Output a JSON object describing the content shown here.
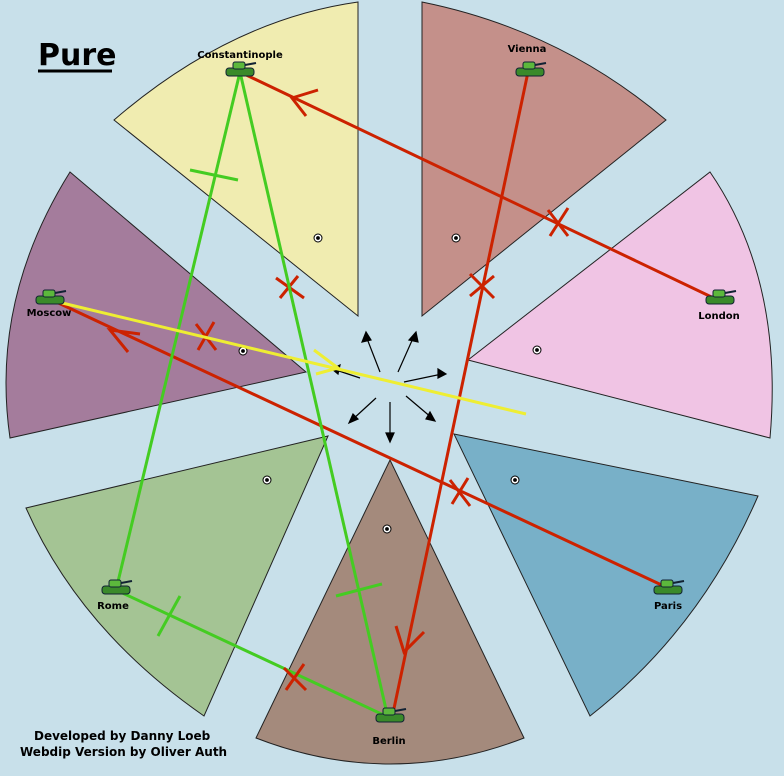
{
  "map": {
    "title": "Pure",
    "credits": [
      "Developed by Danny Loeb",
      "Webdip Version by Oliver Auth"
    ],
    "colors": {
      "background": "#c8e0ea",
      "Constantinople": "#f0ecb0",
      "Vienna": "#c4908a",
      "London": "#f0c4e4",
      "Paris": "#78b0c8",
      "Berlin": "#a48a7c",
      "Rome": "#a4c494",
      "Moscow": "#a47c9c",
      "order_failed": "#cc2200",
      "order_support": "#44cc22",
      "order_retreat": "#eeee33"
    },
    "territories": [
      {
        "name": "Constantinople",
        "unit": "army-tank-icon",
        "supply_center": true
      },
      {
        "name": "Vienna",
        "unit": "army-tank-icon",
        "supply_center": true
      },
      {
        "name": "London",
        "unit": "army-tank-icon",
        "supply_center": true
      },
      {
        "name": "Paris",
        "unit": "army-tank-icon",
        "supply_center": true
      },
      {
        "name": "Berlin",
        "unit": "army-tank-icon",
        "supply_center": true
      },
      {
        "name": "Rome",
        "unit": "army-tank-icon",
        "supply_center": true
      },
      {
        "name": "Moscow",
        "unit": "army-tank-icon",
        "supply_center": true
      }
    ],
    "orders": [
      {
        "from": "London",
        "to": "Constantinople",
        "type": "move",
        "status": "failed"
      },
      {
        "from": "Paris",
        "to": "Moscow",
        "type": "move",
        "status": "failed"
      },
      {
        "from": "Vienna",
        "to": "Berlin",
        "type": "move",
        "status": "failed"
      },
      {
        "from": "Berlin",
        "to": "Constantinople",
        "type": "move",
        "status": "failed"
      },
      {
        "from": "Rome",
        "to": "Berlin",
        "type": "move",
        "status": "failed"
      },
      {
        "from": "Rome",
        "to": "Constantinople",
        "type": "support",
        "status": "ok"
      },
      {
        "from": "Berlin",
        "to": "Constantinople",
        "type": "support",
        "status": "ok"
      },
      {
        "from": "Moscow",
        "to": "off-board",
        "type": "retreat",
        "status": "ok"
      }
    ]
  }
}
